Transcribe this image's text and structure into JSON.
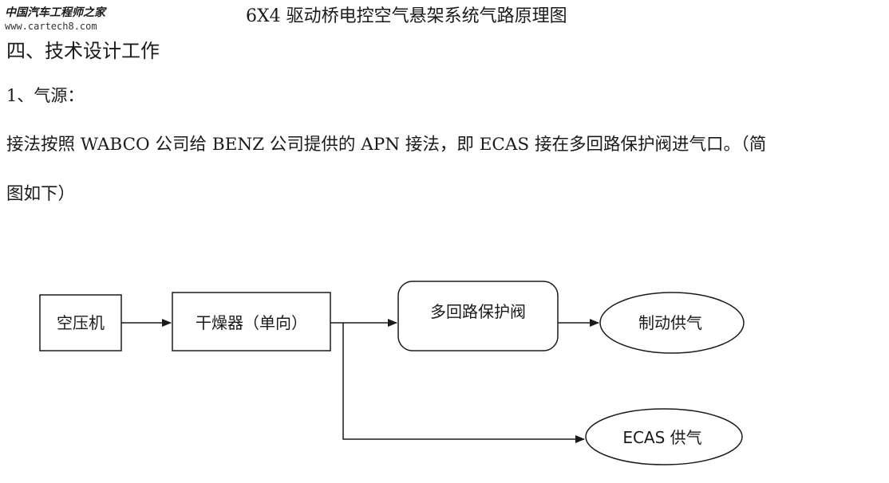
{
  "header": {
    "logo_cn": "中国汽车工程师之家",
    "logo_url": "www.cartech8.com",
    "title": "6X4 驱动桥电控空气悬架系统气路原理图"
  },
  "section_heading": "四、技术设计工作",
  "subsection": "1、气源：",
  "paragraph": {
    "line1": "接法按照 WABCO 公司给 BENZ 公司提供的 APN 接法，即 ECAS 接在多回路保护阀进气口。（简",
    "line2": "图如下）"
  },
  "diagram": {
    "air_compressor": "空压机",
    "dryer": "干燥器（单向）",
    "multi_circuit_valve": "多回路保护阀",
    "brake_supply": "制动供气",
    "ecas_supply": "ECAS 供气"
  },
  "colors": {
    "text": "#1a1a1a",
    "line": "#1a1a1a",
    "background": "#ffffff"
  }
}
